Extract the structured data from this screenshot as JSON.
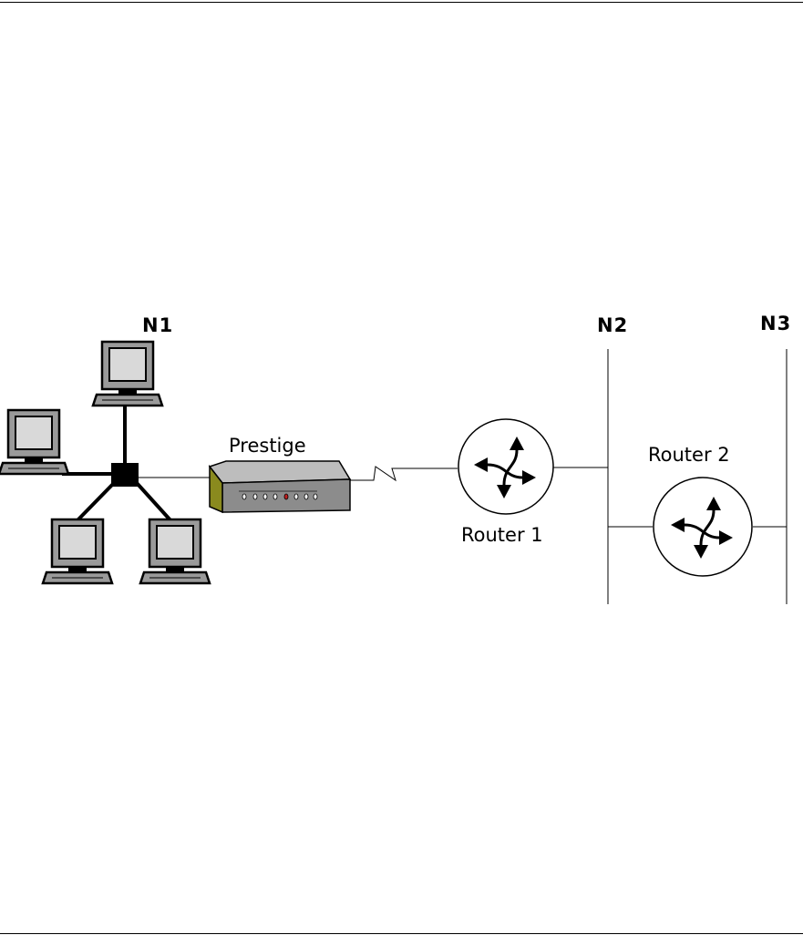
{
  "network_labels": {
    "n1": "N1",
    "n2": "N2",
    "n3": "N3"
  },
  "devices": {
    "prestige": "Prestige",
    "router1": "Router 1",
    "router2": "Router 2"
  },
  "colors": {
    "line": "#000000",
    "pc_case": "#9a9a9a",
    "pc_screen": "#d9d9d9",
    "prestige_body": "#8c8c8c",
    "prestige_front": "#8a8a1e"
  }
}
